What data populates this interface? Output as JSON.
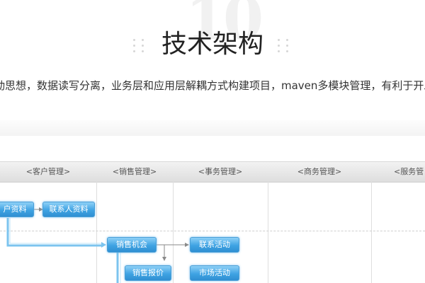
{
  "section": {
    "number": "10",
    "title": "技术架构",
    "description": "动思想，数据读写分离，业务层和应用层解耦方式构建项目，maven多模块管理，有利于开发"
  },
  "diagram": {
    "columns": [
      "<客户管理>",
      "<销售管理>",
      "<事务管理>",
      "<商务管理>",
      "<服务管"
    ],
    "nodes": {
      "customer_info": "户资料",
      "contact_info": "联系人资料",
      "sales_opportunity": "销售机会",
      "contact_activity": "联系活动",
      "sales_quote": "销售报价",
      "market_activity": "市场活动"
    }
  }
}
